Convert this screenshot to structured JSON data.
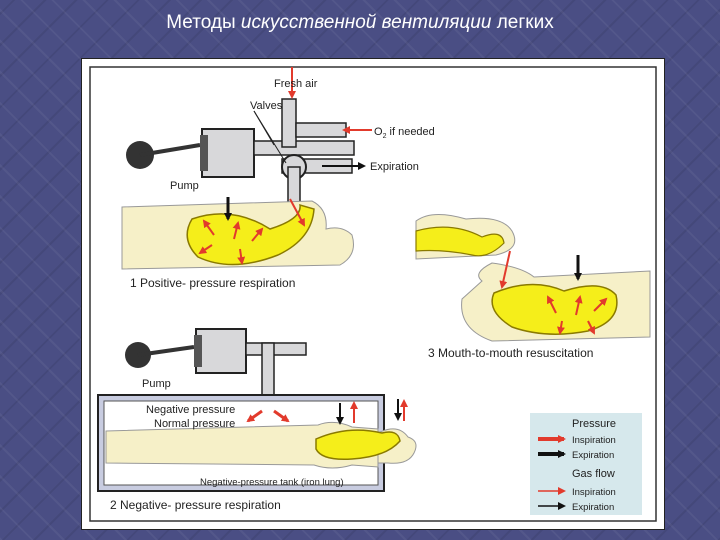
{
  "title": {
    "part1": "Методы ",
    "part2": "искусственной вентиляции",
    "part3": " легких"
  },
  "diagram": {
    "labels": {
      "fresh_air": "Fresh air",
      "valves": "Valves",
      "o2": "O",
      "o2_sub": "2",
      "o2_rest": " if needed",
      "expiration": "Expiration",
      "pump1": "Pump",
      "pump2": "Pump",
      "section1": "1 Positive- pressure respiration",
      "section2": "2 Negative- pressure respiration",
      "section3": "3 Mouth-to-mouth resuscitation",
      "negative_pressure": "Negative pressure",
      "normal_pressure": "Normal pressure",
      "tank": "Negative-pressure tank (iron lung)"
    },
    "legend": {
      "pressure": "Pressure",
      "p_inspiration": "Inspiration",
      "p_expiration": "Expiration",
      "gas_flow": "Gas flow",
      "g_inspiration": "Inspiration",
      "g_expiration": "Expiration"
    },
    "colors": {
      "lung": "#f5ee1a",
      "body": "#f6f0c8",
      "pressure_arrow": "#e23a2c",
      "device": "#d8d8da",
      "tank": "#c8cce0",
      "legend_bg": "#d6e8ec"
    }
  }
}
